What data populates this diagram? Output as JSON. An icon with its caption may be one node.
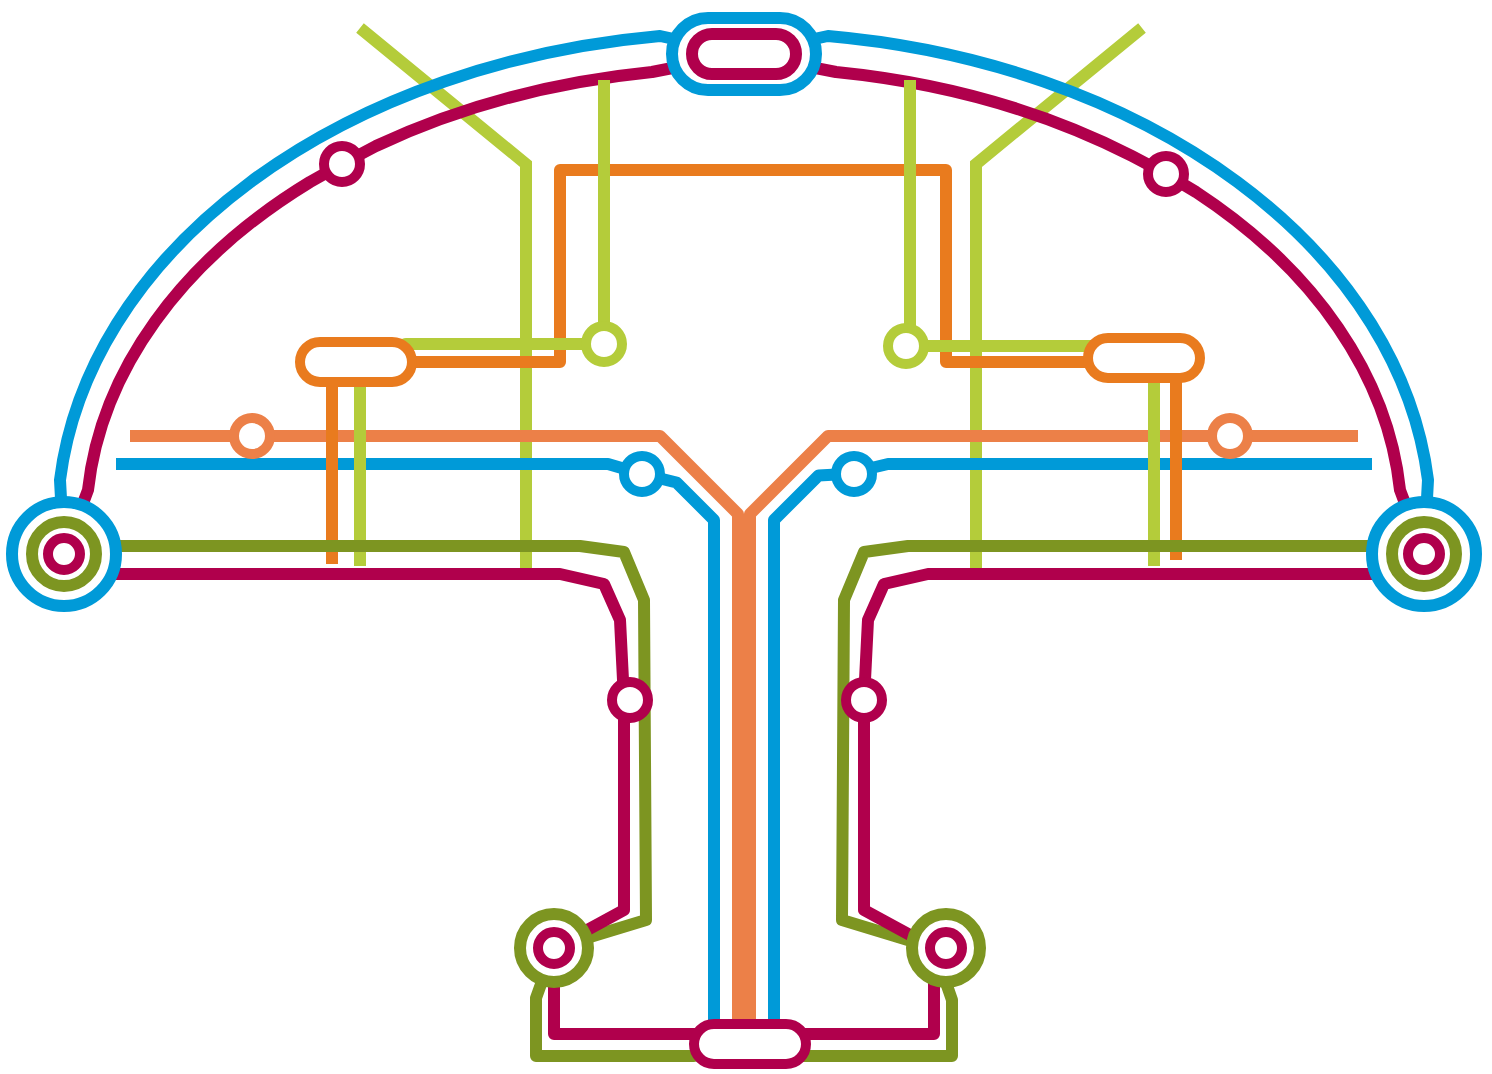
{
  "diagram": {
    "nodes": [
      {
        "text": [],
        "shape": "capsule"
      },
      {
        "text": [],
        "shape": "circle"
      },
      {
        "text": [],
        "shape": "circle"
      },
      {
        "text": [],
        "shape": "circle"
      },
      {
        "text": [],
        "shape": "circle"
      },
      {
        "text": [],
        "shape": "capsule"
      },
      {
        "text": [],
        "shape": "capsule"
      },
      {
        "text": [],
        "shape": "circle"
      },
      {
        "text": [],
        "shape": "circle"
      },
      {
        "text": [],
        "shape": "circle"
      },
      {
        "text": [],
        "shape": "circle"
      },
      {
        "text": [],
        "shape": "circle"
      },
      {
        "text": [],
        "shape": "circle"
      },
      {
        "text": [],
        "shape": "circle"
      },
      {
        "text": [],
        "shape": "circle"
      },
      {
        "text": [],
        "shape": "circle"
      },
      {
        "text": [],
        "shape": "circle"
      },
      {
        "text": [],
        "shape": "capsule"
      }
    ],
    "edges": [
      {
        "from": 3,
        "to": 0,
        "arrow": "none",
        "color": "#009ad8"
      },
      {
        "from": 0,
        "to": 4,
        "arrow": "none",
        "color": "#009ad8"
      },
      {
        "from": 3,
        "to": 1,
        "arrow": "none"
      },
      {
        "from": 1,
        "to": 0,
        "arrow": "none"
      },
      {
        "from": 0,
        "to": 2,
        "arrow": "none"
      },
      {
        "from": 2,
        "to": 4,
        "arrow": "none"
      },
      {
        "from": null,
        "to": 11,
        "arrow": "none",
        "color": "#009ad8"
      },
      {
        "from": 11,
        "to": 17,
        "arrow": "none",
        "color": "#009ad8"
      },
      {
        "from": null,
        "to": 12,
        "arrow": "none",
        "color": "#009ad8"
      },
      {
        "from": 12,
        "to": 17,
        "arrow": "none",
        "color": "#009ad8"
      },
      {
        "from": null,
        "to": 9,
        "arrow": "none",
        "color": "#ec8048"
      },
      {
        "from": 9,
        "to": 17,
        "arrow": "none",
        "color": "#ec8048"
      },
      {
        "from": null,
        "to": 10,
        "arrow": "none",
        "color": "#ec8048"
      },
      {
        "from": 10,
        "to": 17,
        "arrow": "none",
        "color": "#ec8048"
      },
      {
        "from": 5,
        "to": 6,
        "arrow": "none",
        "color": "#e97b1e"
      },
      {
        "from": 5,
        "to": null,
        "arrow": "none",
        "color": "#e97b1e"
      },
      {
        "from": 6,
        "to": null,
        "arrow": "none",
        "color": "#e97b1e"
      },
      {
        "from": null,
        "to": 7,
        "arrow": "none",
        "color": "#b4cc3a"
      },
      {
        "from": 7,
        "to": 5,
        "arrow": "none",
        "color": "#b4cc3a"
      },
      {
        "from": 5,
        "to": null,
        "arrow": "none",
        "color": "#b4cc3a"
      },
      {
        "from": null,
        "to": 8,
        "arrow": "none",
        "color": "#b4cc3a"
      },
      {
        "from": 8,
        "to": 6,
        "arrow": "none",
        "color": "#b4cc3a"
      },
      {
        "from": 6,
        "to": null,
        "arrow": "none",
        "color": "#b4cc3a"
      },
      {
        "from": 3,
        "to": 15,
        "arrow": "none",
        "color": "#7d9521"
      },
      {
        "from": 15,
        "to": 17,
        "arrow": "none",
        "color": "#7d9521"
      },
      {
        "from": 17,
        "to": 16,
        "arrow": "none",
        "color": "#7d9521"
      },
      {
        "from": 16,
        "to": 4,
        "arrow": "none",
        "color": "#7d9521"
      },
      {
        "from": 3,
        "to": 13,
        "arrow": "none"
      },
      {
        "from": 13,
        "to": 15,
        "arrow": "none"
      },
      {
        "from": 15,
        "to": 17,
        "arrow": "none"
      },
      {
        "from": 17,
        "to": 16,
        "arrow": "none"
      },
      {
        "from": 16,
        "to": 14,
        "arrow": "none"
      },
      {
        "from": 14,
        "to": 4,
        "arrow": "none"
      }
    ]
  }
}
